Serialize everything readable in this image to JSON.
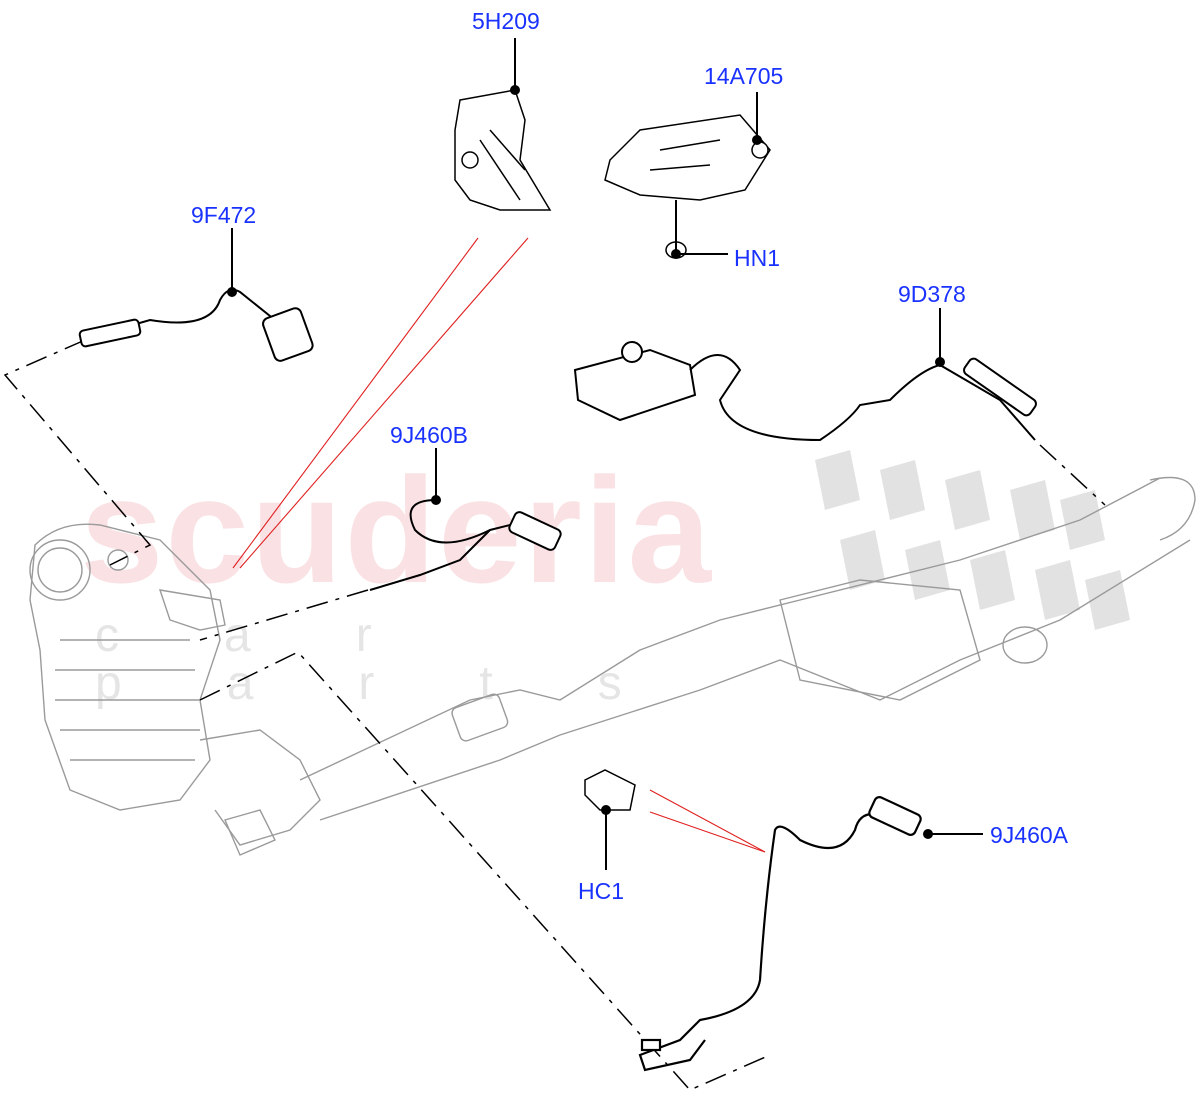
{
  "diagram": {
    "type": "exploded-parts-diagram",
    "subject": "Exhaust system sensors and brackets",
    "watermark": {
      "main": "scuderia",
      "sub": "car parts"
    },
    "colors": {
      "callout": "#1a32ff",
      "leader": "#000000",
      "ref_line": "#e02020",
      "part_line": "#9a9a9a",
      "watermark_red": "#f2c4c8",
      "watermark_grey": "#d8d8d8"
    },
    "callouts": [
      {
        "id": "5H209",
        "label": "5H209",
        "part": "bracket"
      },
      {
        "id": "14A705",
        "label": "14A705",
        "part": "mounting bracket plate"
      },
      {
        "id": "HN1",
        "label": "HN1",
        "part": "nut"
      },
      {
        "id": "9F472",
        "label": "9F472",
        "part": "oxygen sensor"
      },
      {
        "id": "9D378",
        "label": "9D378",
        "part": "NOx sensor with control module"
      },
      {
        "id": "9J460B",
        "label": "9J460B",
        "part": "exhaust gas temperature sensor"
      },
      {
        "id": "HC1",
        "label": "HC1",
        "part": "clip"
      },
      {
        "id": "9J460A",
        "label": "9J460A",
        "part": "exhaust gas temperature sensor"
      }
    ]
  }
}
